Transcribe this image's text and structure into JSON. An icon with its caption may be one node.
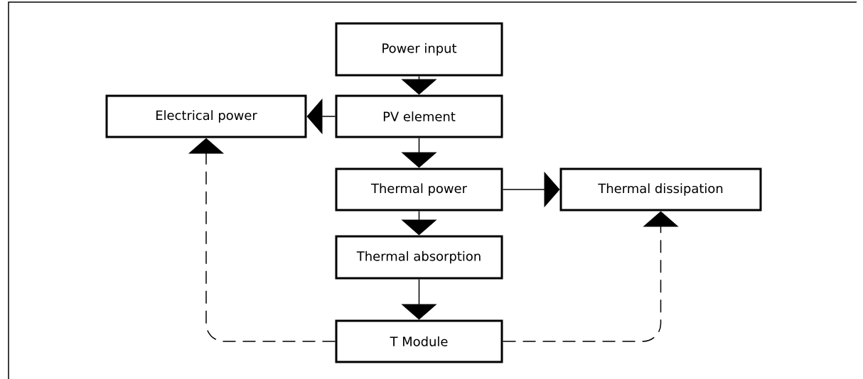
{
  "diagram": {
    "nodes": [
      {
        "text": [
          "Power input"
        ]
      },
      {
        "text": [
          "PV element"
        ]
      },
      {
        "text": [
          "Electrical power"
        ]
      },
      {
        "text": [
          "Thermal power"
        ]
      },
      {
        "text": [
          "Thermal dissipation"
        ]
      },
      {
        "text": [
          "Thermal absorption"
        ]
      },
      {
        "text": [
          "T Module"
        ]
      }
    ],
    "edges": [
      {
        "from": 0,
        "to": 1,
        "arrow": "to"
      },
      {
        "from": 1,
        "to": 2,
        "arrow": "to"
      },
      {
        "from": 1,
        "to": 3,
        "arrow": "to"
      },
      {
        "from": 3,
        "to": 4,
        "arrow": "to"
      },
      {
        "from": 3,
        "to": 5,
        "arrow": "to"
      },
      {
        "from": 5,
        "to": 6,
        "arrow": "to"
      },
      {
        "from": 6,
        "to": 2,
        "arrow": "to",
        "style": "dashed"
      },
      {
        "from": 6,
        "to": 4,
        "arrow": "to",
        "style": "dashed"
      }
    ]
  }
}
